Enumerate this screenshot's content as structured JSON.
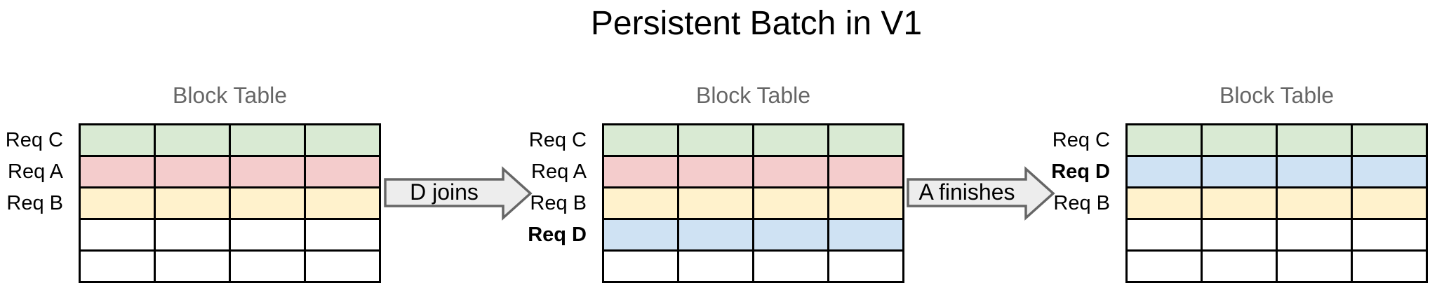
{
  "title": "Persistent Batch in V1",
  "colors": {
    "green": "#d9ead3",
    "red": "#f4cccc",
    "yellow": "#fff2cc",
    "blue": "#cfe2f3",
    "white": "#ffffff",
    "heading_gray": "#666666",
    "arrow_fill": "#ededed",
    "arrow_stroke": "#666666",
    "grid_line": "#000000",
    "text": "#000000"
  },
  "tables": [
    {
      "heading": "Block Table",
      "labels": [
        {
          "text": "Req C",
          "row": 0,
          "bold": false
        },
        {
          "text": "Req A",
          "row": 1,
          "bold": false
        },
        {
          "text": "Req B",
          "row": 2,
          "bold": false
        }
      ],
      "rows": [
        {
          "color": "green"
        },
        {
          "color": "red"
        },
        {
          "color": "yellow"
        },
        {
          "color": "white"
        },
        {
          "color": "white"
        }
      ],
      "cols": 4
    },
    {
      "heading": "Block Table",
      "labels": [
        {
          "text": "Req C",
          "row": 0,
          "bold": false
        },
        {
          "text": "Req A",
          "row": 1,
          "bold": false
        },
        {
          "text": "Req B",
          "row": 2,
          "bold": false
        },
        {
          "text": "Req D",
          "row": 3,
          "bold": true
        }
      ],
      "rows": [
        {
          "color": "green"
        },
        {
          "color": "red"
        },
        {
          "color": "yellow"
        },
        {
          "color": "blue"
        },
        {
          "color": "white"
        }
      ],
      "cols": 4
    },
    {
      "heading": "Block Table",
      "labels": [
        {
          "text": "Req C",
          "row": 0,
          "bold": false
        },
        {
          "text": "Req D",
          "row": 1,
          "bold": true
        },
        {
          "text": "Req B",
          "row": 2,
          "bold": false
        }
      ],
      "rows": [
        {
          "color": "green"
        },
        {
          "color": "blue"
        },
        {
          "color": "yellow"
        },
        {
          "color": "white"
        },
        {
          "color": "white"
        }
      ],
      "cols": 4
    }
  ],
  "arrows": [
    {
      "label": "D joins"
    },
    {
      "label": "A finishes"
    }
  ]
}
